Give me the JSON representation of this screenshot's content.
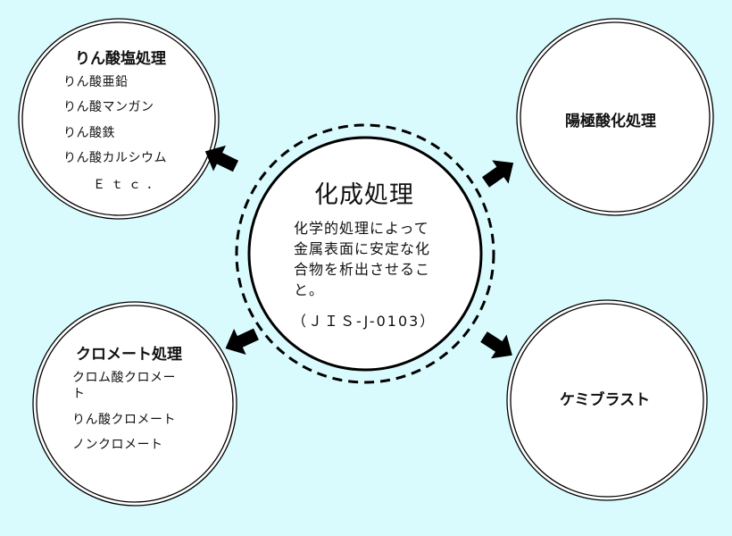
{
  "center": {
    "title": "化成処理",
    "desc_lines": [
      "化学的処理によって",
      "金属表面に安定な化",
      "合物を析出させるこ",
      "と。"
    ],
    "reference": "（ＪＩＳ-J-0103）"
  },
  "nodes": {
    "phosphate": {
      "title": "りん酸塩処理",
      "items": [
        "りん酸亜鉛",
        "りん酸マンガン",
        "りん酸鉄",
        "りん酸カルシウム",
        "Ｅｔｃ．"
      ]
    },
    "anodizing": {
      "title": "陽極酸化処理"
    },
    "chromate": {
      "title": "クロメート処理",
      "items": [
        "クロム酸クロメー",
        "ト",
        "りん酸クロメート",
        "ノンクロメート"
      ]
    },
    "chemiblast": {
      "title": "ケミブラスト"
    }
  },
  "colors": {
    "background": "#d9fbfd",
    "circle_fill": "#ffffff",
    "stroke": "#000000"
  }
}
